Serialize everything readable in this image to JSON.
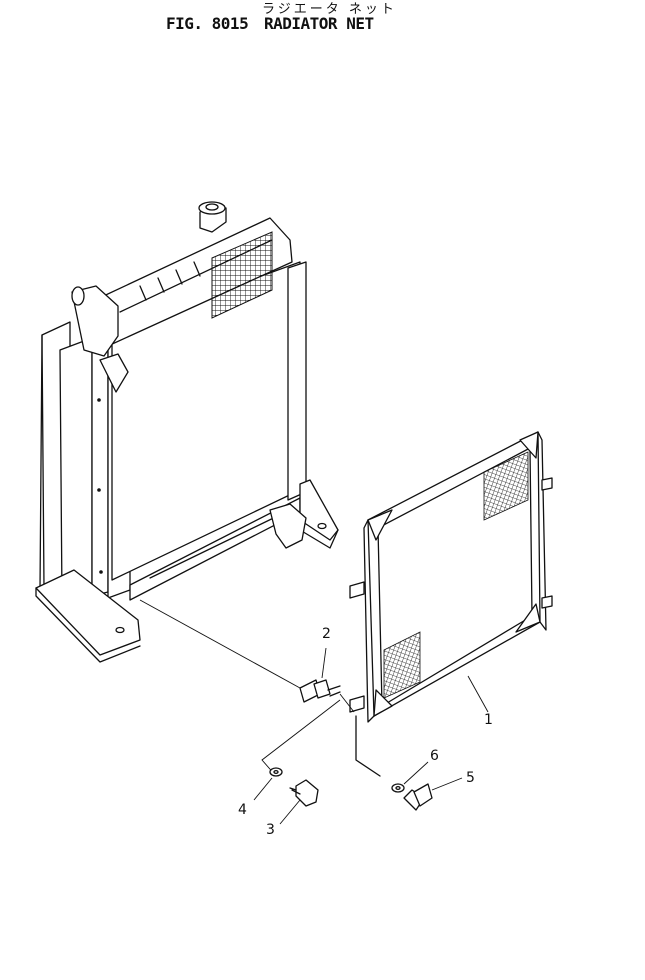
{
  "header": {
    "jp_title": "ラジエータ ネット",
    "fig_number": "FIG. 8015",
    "fig_title": "RADIATOR NET"
  },
  "callouts": [
    {
      "id": "callout-1",
      "label": "1"
    },
    {
      "id": "callout-2",
      "label": "2"
    },
    {
      "id": "callout-3",
      "label": "3"
    },
    {
      "id": "callout-4",
      "label": "4"
    },
    {
      "id": "callout-5",
      "label": "5"
    },
    {
      "id": "callout-6",
      "label": "6"
    }
  ]
}
